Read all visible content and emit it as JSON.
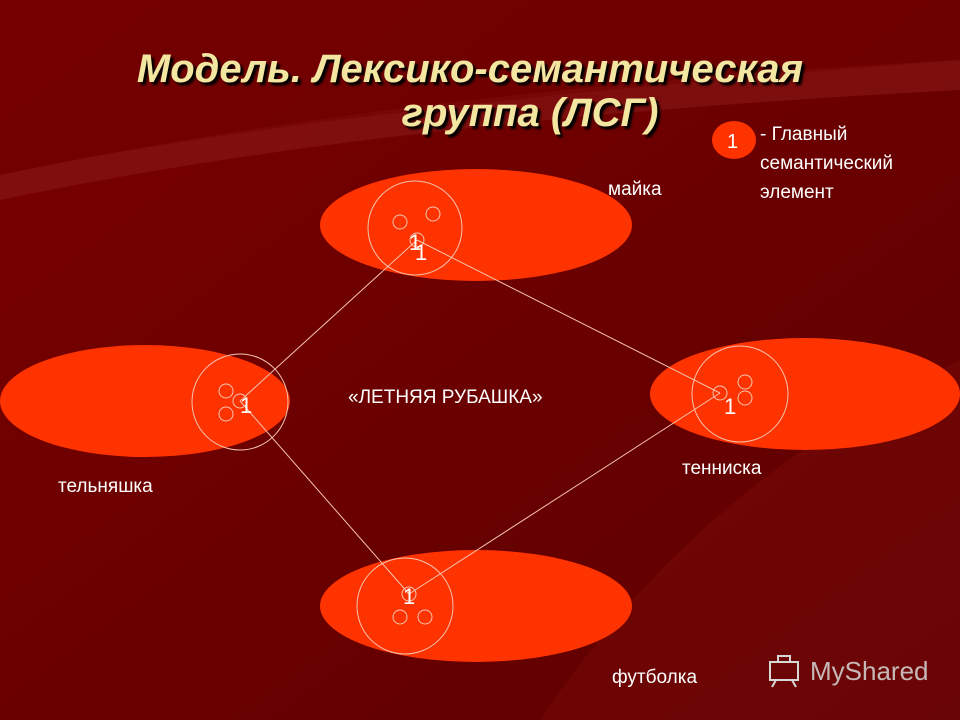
{
  "title": {
    "line1": "Модель. Лексико-семантическая",
    "line2": "группа (ЛСГ)"
  },
  "center_label": "«ЛЕТНЯЯ РУБАШКА»",
  "legend": {
    "marker": "1",
    "text": "- Главный семантический элемент"
  },
  "nodes": {
    "top": {
      "label": "майка",
      "marker": "1"
    },
    "left": {
      "label": "тельняшка",
      "marker": "1"
    },
    "right": {
      "label": "тенниска",
      "marker": "1"
    },
    "bottom": {
      "label": "футболка",
      "marker": "1"
    }
  },
  "watermark": "MyShared",
  "colors": {
    "background": "#6e0000",
    "ellipse_fill": "#ff3300",
    "title_color": "#f2e6a0",
    "line_color": "#f4c4b0"
  }
}
